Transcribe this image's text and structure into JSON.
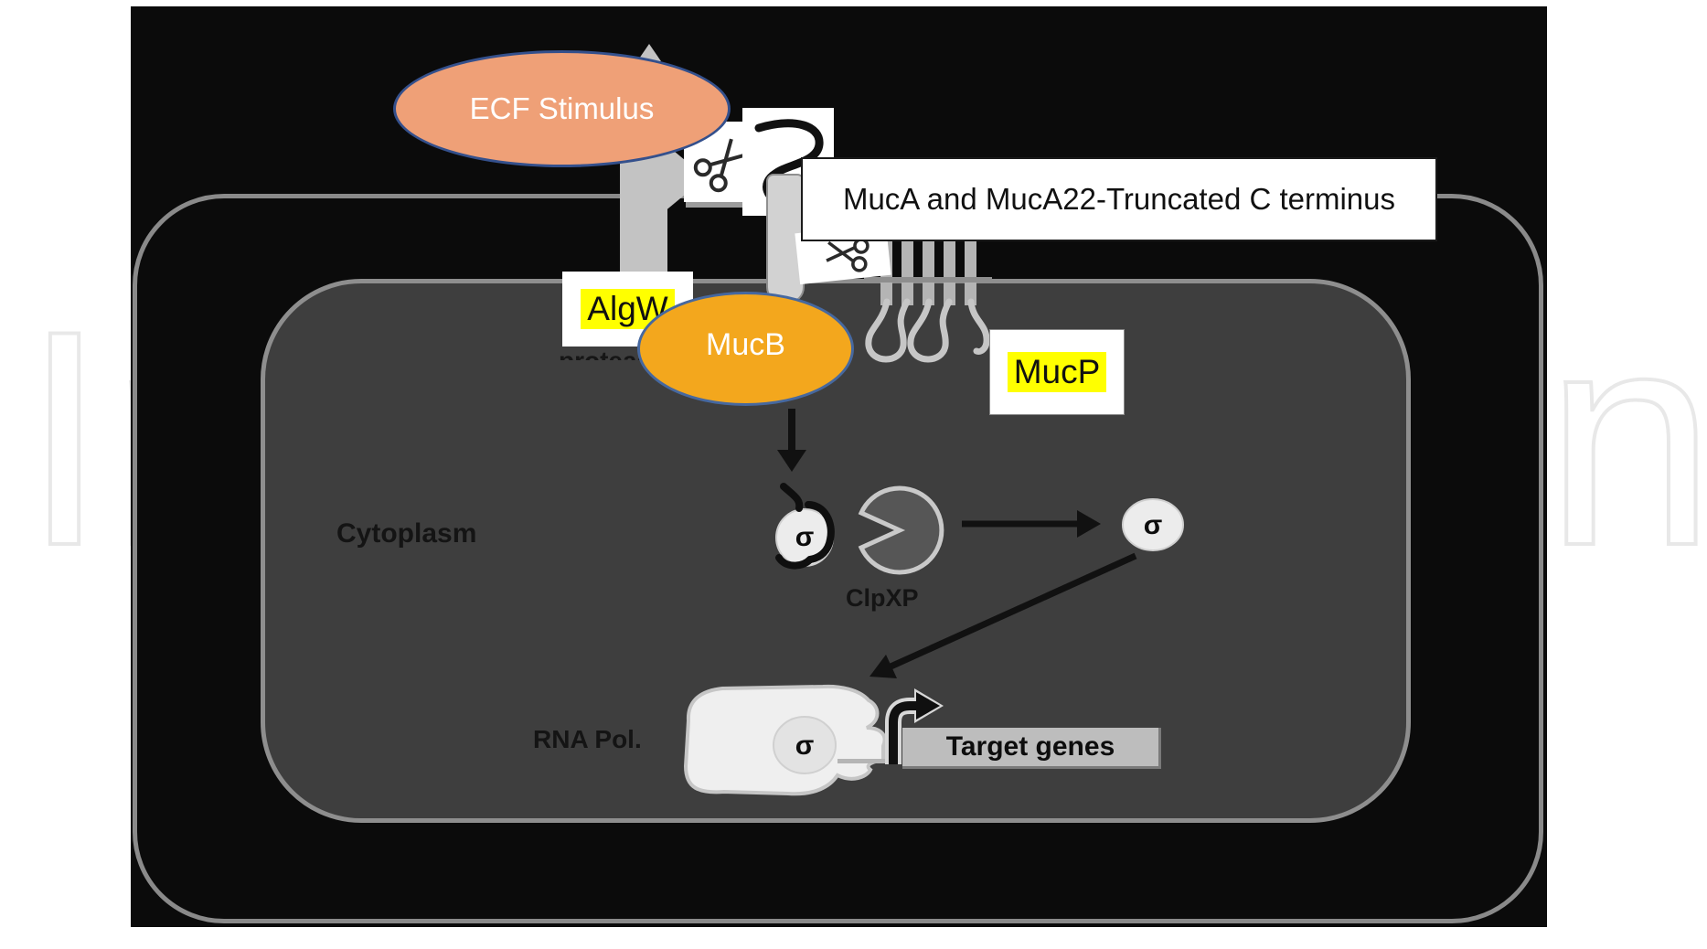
{
  "watermark": {
    "left": "In",
    "right": "n"
  },
  "diagram": {
    "labels": {
      "ecf_stimulus": "ECF Stimulus",
      "muca_caption": "MucA and MucA22-Truncated C terminus",
      "algw": "AlgW",
      "protease_fragment": "protease",
      "mucb": "MucB",
      "mucp": "MucP",
      "cytoplasm": "Cytoplasm",
      "clpxp": "ClpXP",
      "rna_pol": "RNA Pol.",
      "target_genes": "Target genes",
      "sigma": "σ"
    },
    "colors": {
      "figure_bg": "#0b0b0b",
      "envelope_stroke": "#8a8a8a",
      "cytoplasm_fill": "#3e3e3e",
      "cytoplasm_stroke": "#8e8e8e",
      "ecf_fill": "#efa077",
      "ecf_stroke": "#34508c",
      "mucb_fill": "#f3a71d",
      "mucb_stroke": "#46689f",
      "highlight": "#ffff00",
      "label_bg": "#ffffff",
      "arrow_black": "#111111",
      "gray_arrow": "#c3c3c3",
      "membrane_gray": "#b4b4b4",
      "loop_gray": "#c6c6c6",
      "pacman_fill": "#565656",
      "pacman_stroke": "#c9c9c9",
      "sigma_fill": "#ececec",
      "rna_fill": "#efefef",
      "rna_stroke": "#c6c6c6",
      "target_fill": "#bdbdbd",
      "watermark_stroke": "#e8e8e8"
    }
  }
}
